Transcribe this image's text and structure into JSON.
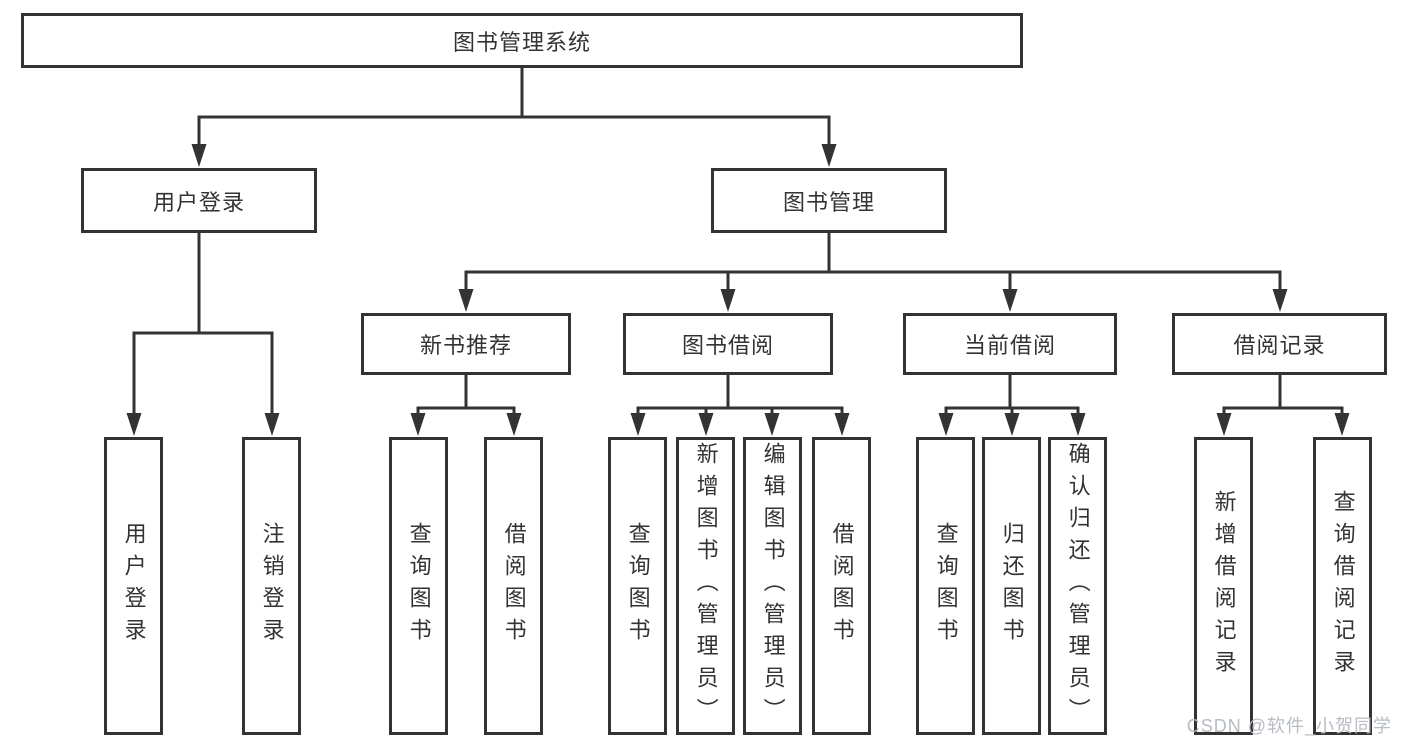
{
  "diagram_title": "图书管理系统",
  "colors": {
    "line": "#333333",
    "box_border": "#333333",
    "text": "#333333",
    "watermark": "#b7bcc3",
    "background": "#ffffff"
  },
  "nodes": {
    "root": "图书管理系统",
    "user_login": "用户登录",
    "book_management": "图书管理",
    "new_book_recommend": "新书推荐",
    "book_borrowing": "图书借阅",
    "current_borrowing": "当前借阅",
    "borrowing_records": "借阅记录"
  },
  "leaves": {
    "user": [
      "用户登录",
      "注销登录"
    ],
    "recommend": [
      "查询图书",
      "借阅图书"
    ],
    "borrow": [
      "查询图书",
      "新增图书（管理员）",
      "编辑图书（管理员）",
      "借阅图书"
    ],
    "current": [
      "查询图书",
      "归还图书",
      "确认归还（管理员）"
    ],
    "records": [
      "新增借阅记录",
      "查询借阅记录"
    ]
  },
  "watermark": "CSDN @软件_小贺同学"
}
